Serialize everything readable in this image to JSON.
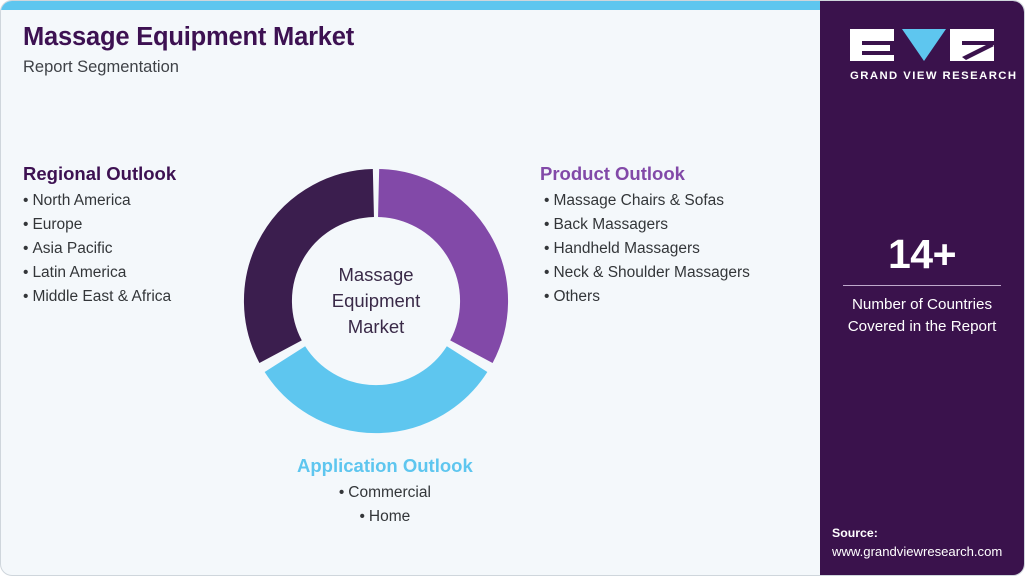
{
  "header": {
    "title": "Massage Equipment Market",
    "subtitle": "Report Segmentation"
  },
  "donut": {
    "center_line1": "Massage",
    "center_line2": "Equipment",
    "center_line3": "Market"
  },
  "regional_outlook": {
    "heading": "Regional Outlook",
    "bullet": "•",
    "items": [
      "North America",
      "Europe",
      "Asia Pacific",
      "Latin America",
      "Middle East & Africa"
    ]
  },
  "product_outlook": {
    "heading": "Product Outlook",
    "bullet": "•",
    "items": [
      "Massage Chairs & Sofas",
      "Back Massagers",
      "Handheld Massagers",
      "Neck & Shoulder Massagers",
      "Others"
    ]
  },
  "application_outlook": {
    "heading": "Application Outlook",
    "bullet": "•",
    "items": [
      "Commercial",
      "Home"
    ]
  },
  "side_panel": {
    "logo_wordmark": "GRAND VIEW RESEARCH",
    "stat_value": "14+",
    "stat_label_line1": "Number of Countries",
    "stat_label_line2": "Covered in the Report",
    "source_label": "Source:",
    "source_url": "www.grandviewresearch.com"
  },
  "colors": {
    "accent_blue": "#5ec6ef",
    "dark_purple": "#3b1e4e",
    "medium_purple": "#8249a8",
    "panel_purple": "#3a124c",
    "page_background": "#f4f8fb",
    "title_purple": "#3d1152"
  },
  "chart_data": {
    "type": "pie",
    "title": "Massage Equipment Market",
    "categories": [
      "Regional Outlook",
      "Product Outlook",
      "Application Outlook"
    ],
    "values": [
      33.33,
      33.33,
      33.33
    ],
    "slice_colors": [
      "#3b1e4e",
      "#8249a8",
      "#5ec6ef"
    ],
    "legend_position": "around-chart",
    "donut": true,
    "notes": "Three equal segments of a donut, one per segmentation outlook"
  }
}
